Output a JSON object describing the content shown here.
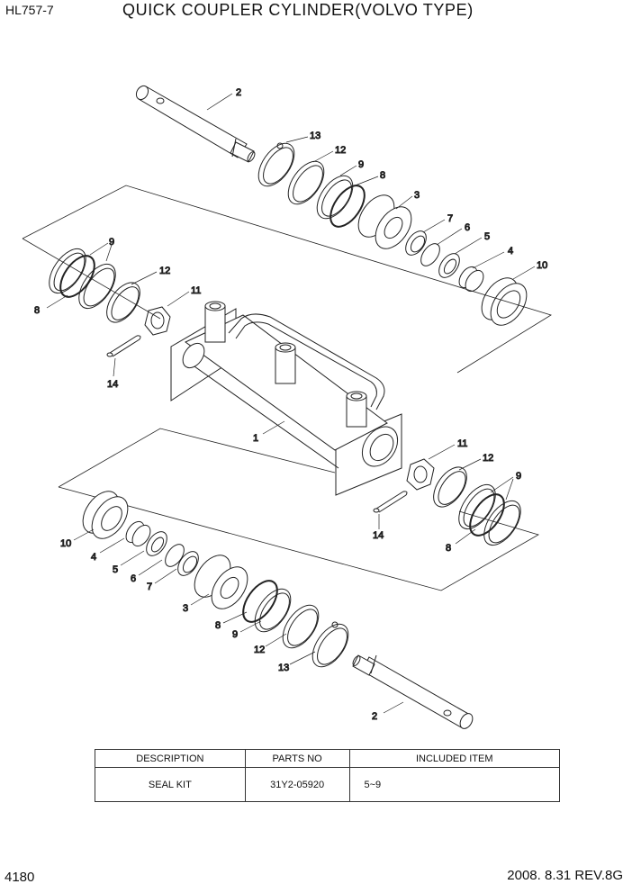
{
  "header": {
    "model": "HL757-7",
    "title": "QUICK COUPLER CYLINDER(VOLVO TYPE)"
  },
  "callouts": {
    "n1": "1",
    "n2": "2",
    "n3": "3",
    "n4": "4",
    "n5": "5",
    "n6": "6",
    "n7": "7",
    "n8": "8",
    "n9": "9",
    "n10": "10",
    "n11": "11",
    "n12": "12",
    "n13": "13",
    "n14": "14"
  },
  "table": {
    "headers": [
      "DESCRIPTION",
      "PARTS NO",
      "INCLUDED ITEM"
    ],
    "rows": [
      {
        "description": "SEAL KIT",
        "parts_no": "31Y2-05920",
        "included": "5~9"
      }
    ]
  },
  "footer": {
    "page": "4180",
    "date_rev": "2008. 8.31  REV.8G"
  }
}
